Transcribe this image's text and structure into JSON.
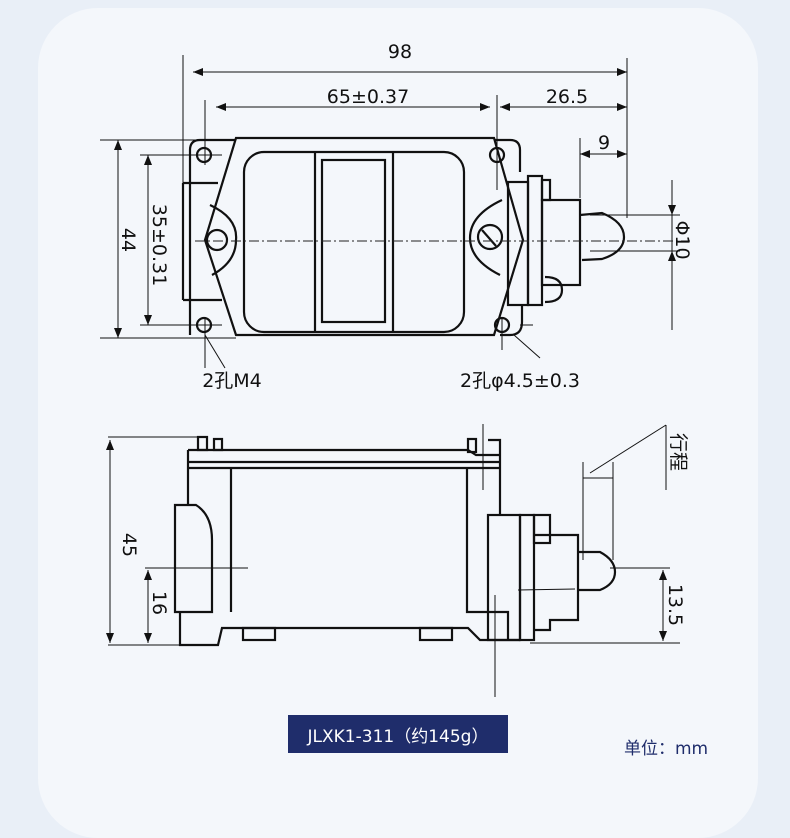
{
  "top_view": {
    "dim_total_length": "98",
    "dim_hole_spacing": "65±0.37",
    "dim_actuator_offset": "26.5",
    "dim_plunger_length": "9",
    "dim_plunger_diameter": "Φ10",
    "dim_height": "44",
    "dim_hole_vertical_spacing": "35±0.31",
    "label_threaded_holes": "2孔M4",
    "label_through_holes": "2孔φ4.5±0.3"
  },
  "side_view": {
    "dim_total_height": "45",
    "dim_base_height": "16",
    "dim_plunger_height": "13.5",
    "label_stroke": "行程"
  },
  "model_label": "JLXK1-311（约145g）",
  "unit_label": "单位：mm",
  "colors": {
    "label_bg": "#1f2d6b",
    "line": "#111111"
  }
}
